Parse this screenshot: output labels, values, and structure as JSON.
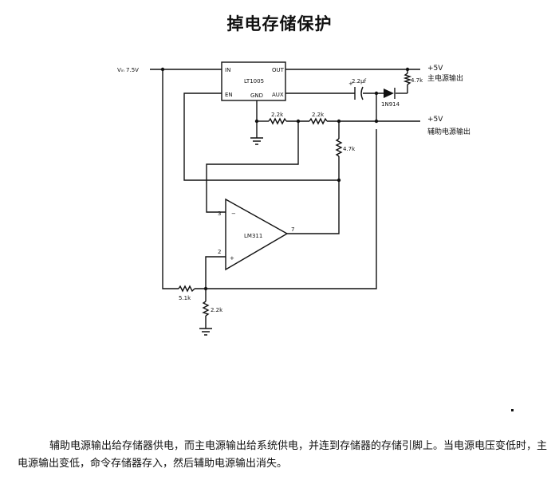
{
  "title": "掉电存储保护",
  "schematic": {
    "vin_label": "Vᵢₙ 7.5V",
    "regulator": {
      "name": "LT1005",
      "pin_in": "IN",
      "pin_out": "OUT",
      "pin_en": "EN",
      "pin_gnd": "GND",
      "pin_aux": "AUX"
    },
    "comparator": {
      "name": "LM311",
      "pin_inv": "3",
      "pin_noninv": "2",
      "pin_out": "7",
      "sign_minus": "−",
      "sign_plus": "+"
    },
    "resistors": {
      "r_main_pullup": "4.7k",
      "r_aux_series1": "2.2k",
      "r_aux_series2": "2.2k",
      "r_divider_top": "4.7k",
      "r_input": "5.1k",
      "r_bottom": "2.2k"
    },
    "capacitor": "2.2μf",
    "capacitor_polarity": "+",
    "diode": "1N914",
    "main_output": {
      "voltage": "+5V",
      "label": "主电源输出"
    },
    "aux_output": {
      "voltage": "+5V",
      "label": "辅助电源输出"
    }
  },
  "caption": "辅助电源输出给存储器供电，而主电源输出给系统供电，并连到存储器的存储引脚上。当电源电压变低时，主电源输出变低，命令存储器存入，然后辅助电源输出消失。",
  "colors": {
    "ink": "#111111",
    "background": "#ffffff"
  }
}
